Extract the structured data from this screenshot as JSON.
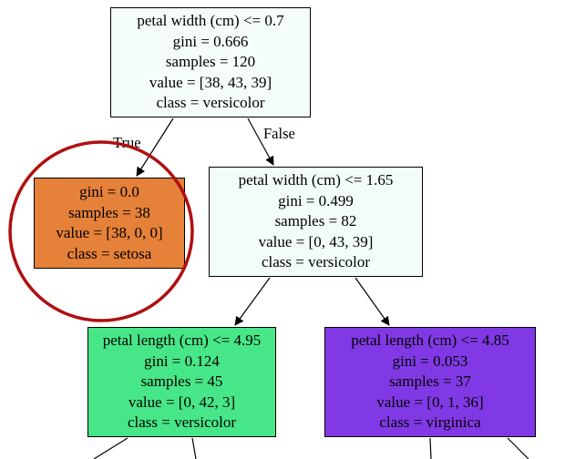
{
  "nodes": [
    {
      "id": "n0",
      "lines": [
        "petal width (cm) <= 0.7",
        "gini = 0.666",
        "samples = 120",
        "value = [38, 43, 39]",
        "class = versicolor"
      ],
      "fill": "#f5fdfa"
    },
    {
      "id": "n1",
      "lines": [
        "gini = 0.0",
        "samples = 38",
        "value = [38, 0, 0]",
        "class = setosa"
      ],
      "fill": "#e58139"
    },
    {
      "id": "n2",
      "lines": [
        "petal width (cm) <= 1.65",
        "gini = 0.499",
        "samples = 82",
        "value = [0, 43, 39]",
        "class = versicolor"
      ],
      "fill": "#f2fdf8"
    },
    {
      "id": "n3",
      "lines": [
        "petal length (cm) <= 4.95",
        "gini = 0.124",
        "samples = 45",
        "value = [0, 42, 3]",
        "class = versicolor"
      ],
      "fill": "#47e688"
    },
    {
      "id": "n4",
      "lines": [
        "petal length (cm) <= 4.85",
        "gini = 0.053",
        "samples = 37",
        "value = [0, 1, 36]",
        "class = virginica"
      ],
      "fill": "#8139e5"
    }
  ],
  "edge_labels": {
    "true": "True",
    "false": "False"
  },
  "colors": {
    "highlight_circle": "#b01010",
    "edge": "#000000"
  }
}
